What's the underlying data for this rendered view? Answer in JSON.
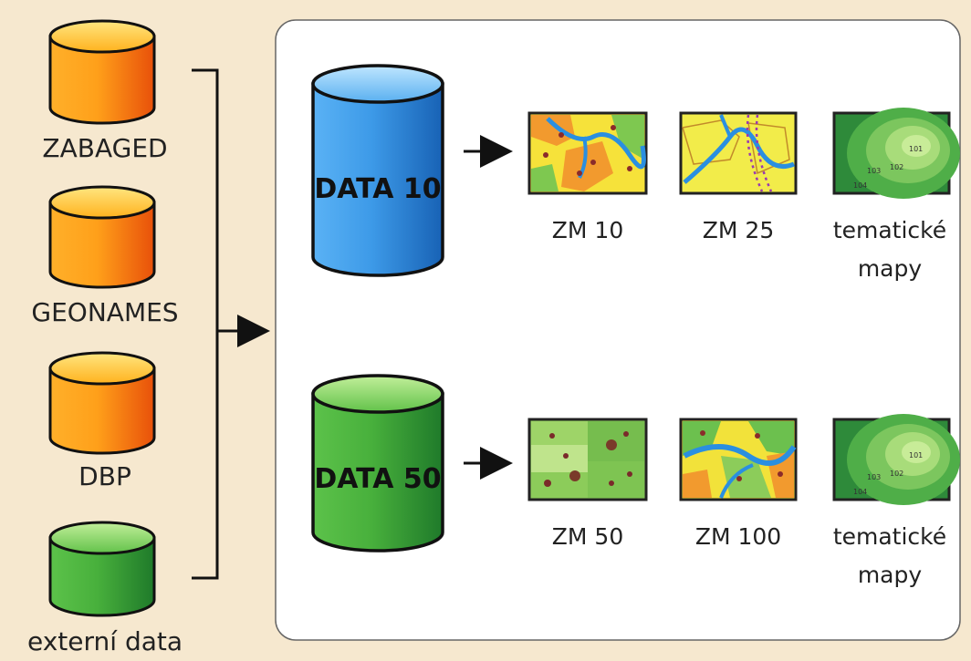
{
  "sources": [
    {
      "label": "ZABAGED",
      "color": "orange"
    },
    {
      "label": "GEONAMES",
      "color": "orange"
    },
    {
      "label": "DBP",
      "color": "orange"
    },
    {
      "label": "externí data",
      "color": "green"
    }
  ],
  "databases": [
    {
      "label": "DATA 10",
      "color": "blue"
    },
    {
      "label": "DATA 50",
      "color": "green"
    }
  ],
  "maps_row1": [
    {
      "line1": "ZM 10",
      "line2": ""
    },
    {
      "line1": "ZM 25",
      "line2": ""
    },
    {
      "line1": "tematické",
      "line2": "mapy"
    }
  ],
  "maps_row2": [
    {
      "line1": "ZM 50",
      "line2": ""
    },
    {
      "line1": "ZM 100",
      "line2": ""
    },
    {
      "line1": "tematické",
      "line2": "mapy"
    }
  ],
  "colors": {
    "background": "#f6e8cf",
    "panel": "#ffffff",
    "orange_top": "#ffd24a",
    "orange_side": "#f07a10",
    "green_top": "#8fd86a",
    "green_side": "#2e9a2e",
    "blue_top": "#7cc6ff",
    "blue_side": "#1f7fd6"
  }
}
